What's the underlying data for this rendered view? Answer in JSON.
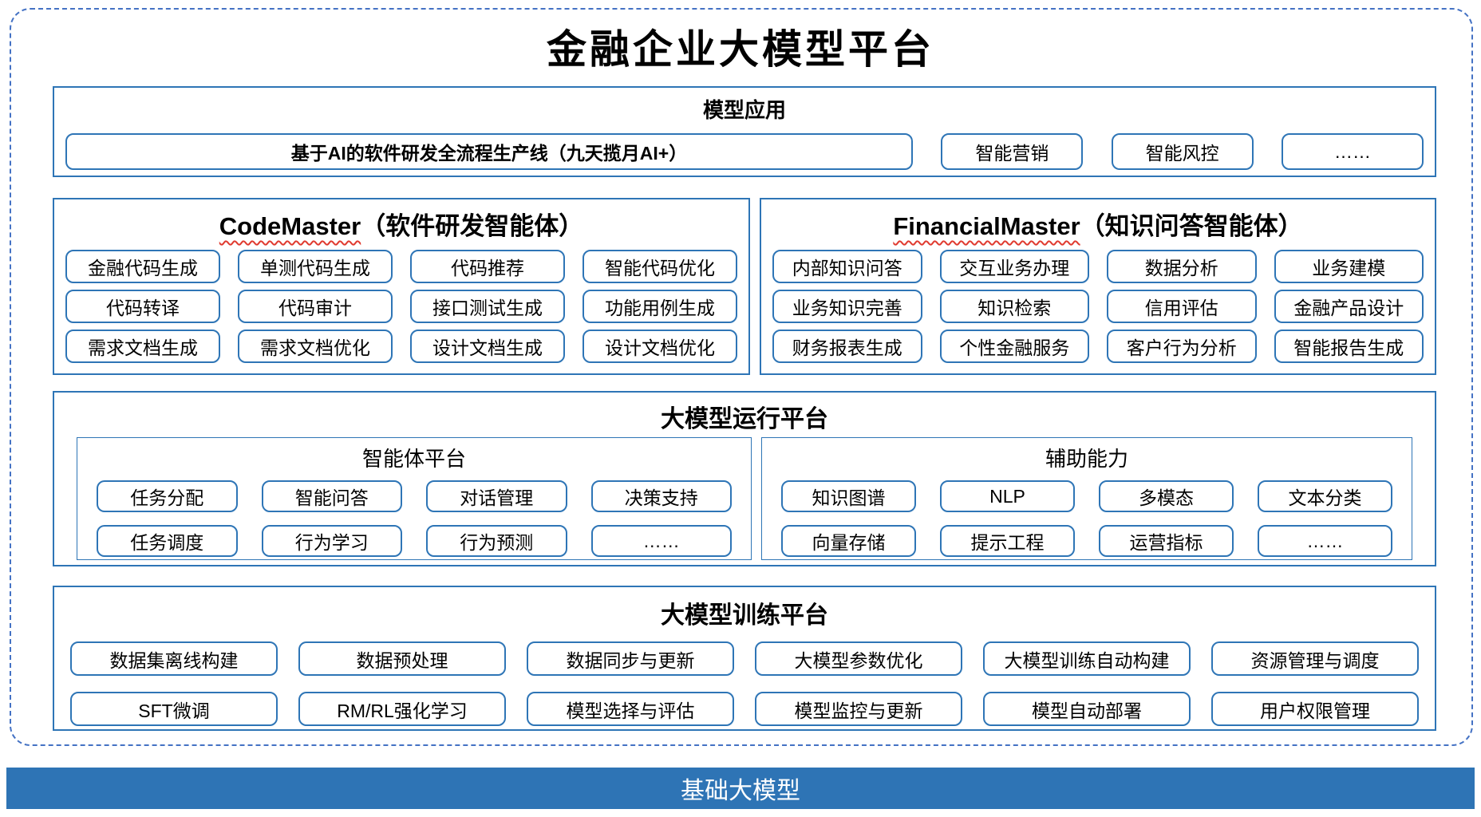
{
  "title": "金融企业大模型平台",
  "colors": {
    "box_border_blue": "#2E75B6",
    "foundation_bar_blue": "#2E74B5",
    "outer_dashed_blue": "#4472C4",
    "spellcheck_squiggle_red": "#E03A2F"
  },
  "sections": {
    "model_app": {
      "title": "模型应用",
      "main_item": "基于AI的软件研发全流程生产线（九天揽月AI+）",
      "items": [
        "智能营销",
        "智能风控",
        "……"
      ]
    },
    "code_master": {
      "title_en": "CodeMaster",
      "title_zh": "（软件研发智能体）",
      "items": [
        "金融代码生成",
        "单测代码生成",
        "代码推荐",
        "智能代码优化",
        "代码转译",
        "代码审计",
        "接口测试生成",
        "功能用例生成",
        "需求文档生成",
        "需求文档优化",
        "设计文档生成",
        "设计文档优化"
      ]
    },
    "financial_master": {
      "title_en": "FinancialMaster",
      "title_zh": "（知识问答智能体）",
      "items": [
        "内部知识问答",
        "交互业务办理",
        "数据分析",
        "业务建模",
        "业务知识完善",
        "知识检索",
        "信用评估",
        "金融产品设计",
        "财务报表生成",
        "个性金融服务",
        "客户行为分析",
        "智能报告生成"
      ]
    },
    "runtime": {
      "title": "大模型运行平台",
      "agent_platform": {
        "title": "智能体平台",
        "items": [
          "任务分配",
          "智能问答",
          "对话管理",
          "决策支持",
          "任务调度",
          "行为学习",
          "行为预测",
          "……"
        ]
      },
      "aux_ability": {
        "title": "辅助能力",
        "items": [
          "知识图谱",
          "NLP",
          "多模态",
          "文本分类",
          "向量存储",
          "提示工程",
          "运营指标",
          "……"
        ]
      }
    },
    "training": {
      "title": "大模型训练平台",
      "items": [
        "数据集离线构建",
        "数据预处理",
        "数据同步与更新",
        "大模型参数优化",
        "大模型训练自动构建",
        "资源管理与调度",
        "SFT微调",
        "RM/RL强化学习",
        "模型选择与评估",
        "模型监控与更新",
        "模型自动部署",
        "用户权限管理"
      ]
    },
    "foundation": {
      "title": "基础大模型"
    }
  }
}
